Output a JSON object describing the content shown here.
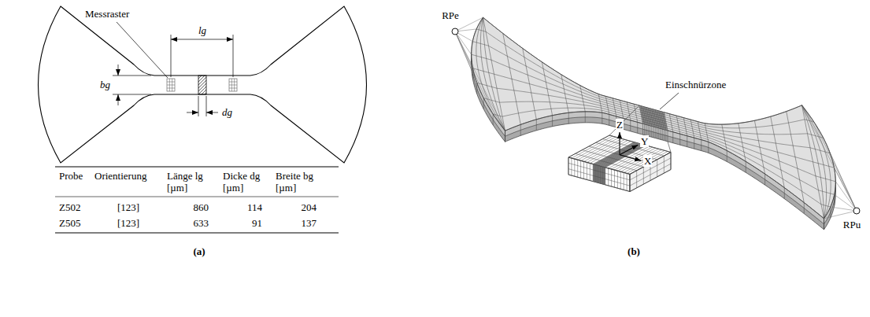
{
  "diagram": {
    "labels": [
      "Messraster",
      "lg",
      "bg",
      "dg",
      "Probe",
      "Orientierung",
      "Länge lg [µm]",
      "Dicke dg [µm]",
      "Breite bg [µm]",
      "Z502",
      "[123]",
      "860",
      "114",
      "204",
      "Z505",
      "[123]",
      "633",
      "91",
      "137",
      "(a)",
      "(b)",
      "RPe",
      "Einschnürzone",
      "Z",
      "Y",
      "X",
      "RPu"
    ]
  }
}
